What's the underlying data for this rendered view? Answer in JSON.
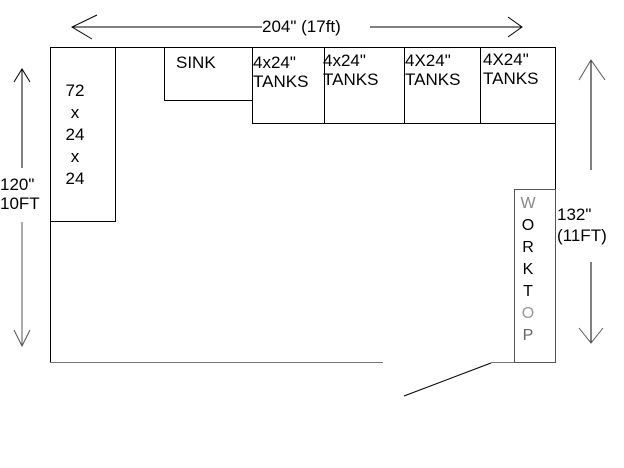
{
  "dimensions": {
    "width_label": "204\" (17ft)",
    "left_height_label": [
      "120\"",
      "10FT"
    ],
    "right_height_label": [
      "132\"",
      "(11FT)"
    ]
  },
  "fixtures": {
    "left_unit": [
      "72",
      "x",
      "24",
      "x",
      "24"
    ],
    "sink": "SINK",
    "tanks": [
      [
        "4x24\"",
        "TANKS"
      ],
      [
        "4x24\"",
        "TANKS"
      ],
      [
        "4X24\"",
        "TANKS"
      ],
      [
        "4X24\"",
        "TANKS"
      ]
    ],
    "worktop": [
      "W",
      "O",
      "R",
      "K",
      "T",
      "O",
      "P"
    ]
  }
}
